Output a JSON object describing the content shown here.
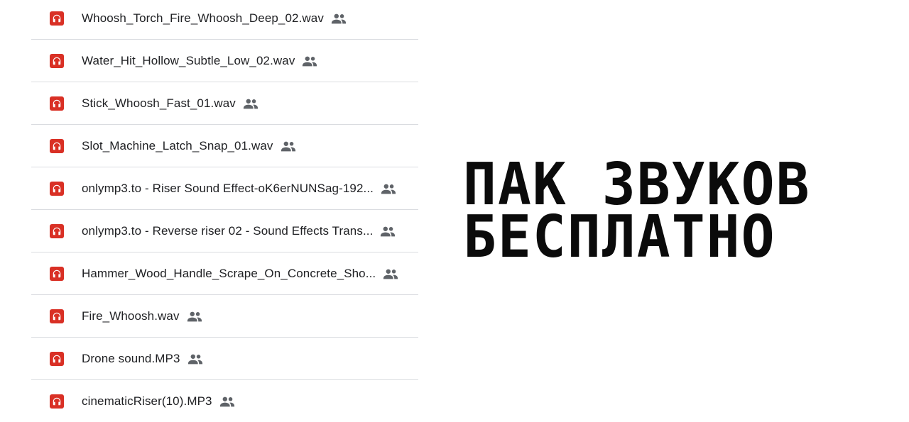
{
  "files": [
    {
      "name": "Whoosh_Torch_Fire_Whoosh_Deep_02.wav",
      "truncated": false
    },
    {
      "name": "Water_Hit_Hollow_Subtle_Low_02.wav",
      "truncated": false
    },
    {
      "name": "Stick_Whoosh_Fast_01.wav",
      "truncated": false
    },
    {
      "name": "Slot_Machine_Latch_Snap_01.wav",
      "truncated": false
    },
    {
      "name": "onlymp3.to - Riser Sound Effect-oK6erNUNSag-192...",
      "truncated": true
    },
    {
      "name": "onlymp3.to - Reverse riser 02 - Sound Effects Trans...",
      "truncated": true
    },
    {
      "name": "Hammer_Wood_Handle_Scrape_On_Concrete_Sho...",
      "truncated": true
    },
    {
      "name": "Fire_Whoosh.wav",
      "truncated": false
    },
    {
      "name": "Drone sound.MP3",
      "truncated": false
    },
    {
      "name": "cinematicRiser(10).MP3",
      "truncated": false
    }
  ],
  "icons": {
    "file_type": "audio-headphones-icon",
    "shared": "shared-people-icon"
  },
  "colors": {
    "audio_icon_bg": "#d93025",
    "text": "#202124",
    "divider": "#dadce0",
    "shared_icon": "#5f6368",
    "promo_text": "#0b0b0b"
  },
  "promo": {
    "line1": "ПАК ЗВУКОВ",
    "line2": "БЕСПЛАТНО"
  }
}
